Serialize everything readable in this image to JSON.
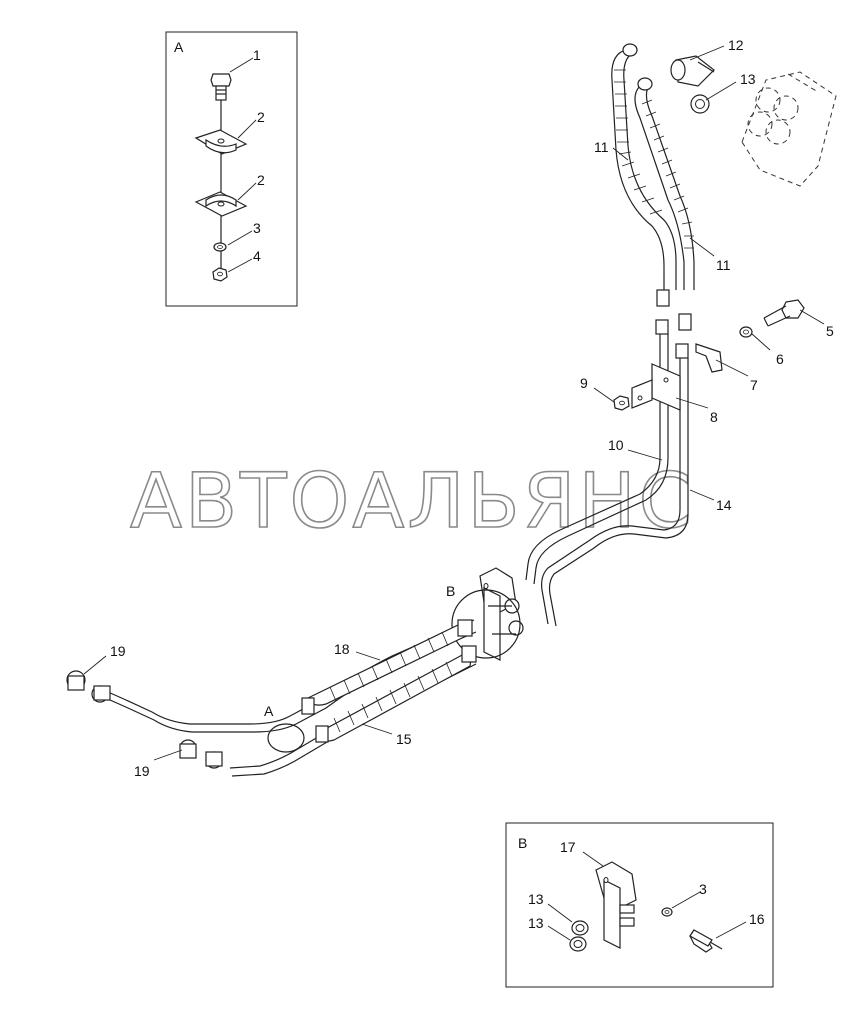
{
  "watermark": "АВТОАЛЬЯНС",
  "inset_a": {
    "title": "A",
    "callouts": [
      "1",
      "2",
      "2",
      "3",
      "4"
    ]
  },
  "inset_b": {
    "title": "B",
    "callouts": [
      "17",
      "13",
      "13",
      "3",
      "16"
    ]
  },
  "main_view": {
    "view_markers": [
      "A",
      "B"
    ],
    "callouts": [
      "12",
      "13",
      "11",
      "11",
      "5",
      "6",
      "7",
      "9",
      "8",
      "10",
      "14",
      "18",
      "19",
      "19",
      "15"
    ]
  }
}
